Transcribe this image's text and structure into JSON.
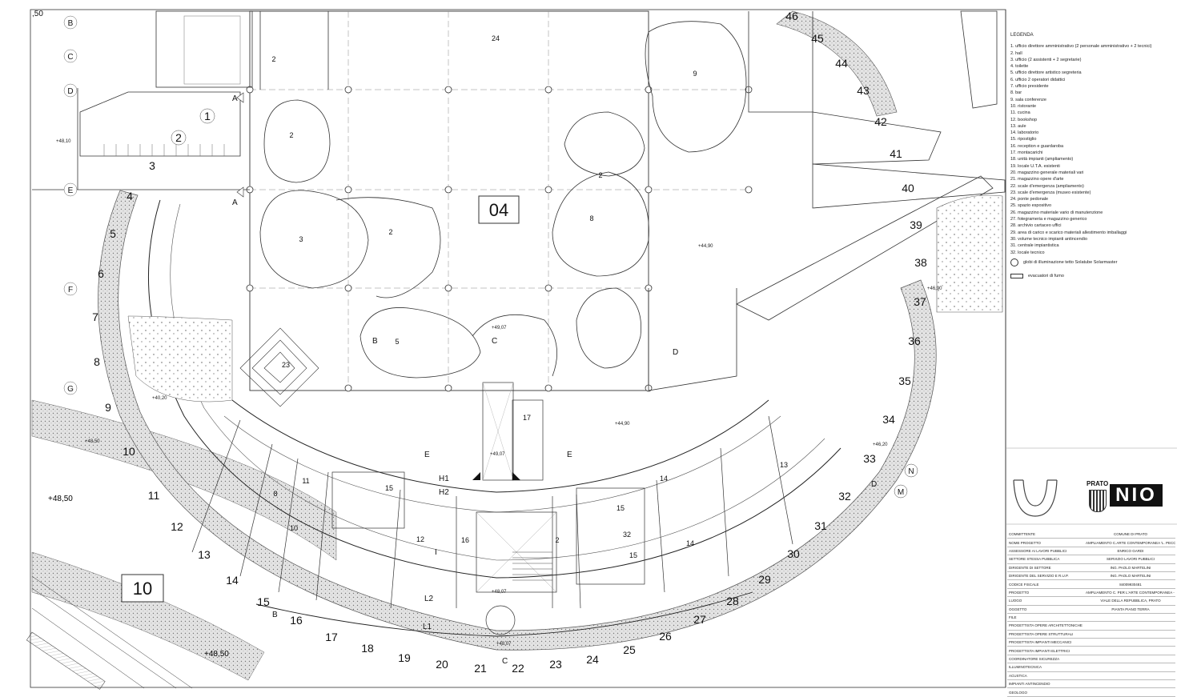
{
  "drawing": {
    "scale_label": ",50",
    "block_number": "04",
    "area_number": "10",
    "elevations": [
      "+48,10",
      "+48,50",
      "+48,50",
      "+44,90",
      "+44,90",
      "+46,90",
      "+46,20",
      "+49,07",
      "+49,07",
      "+48,07",
      "+40,20",
      "+48,50",
      "+48,07"
    ],
    "grid_rows": [
      "B",
      "C",
      "D",
      "E",
      "F",
      "G"
    ],
    "section_marks": [
      "A",
      "A",
      "B",
      "B",
      "C",
      "C",
      "D",
      "D",
      "E",
      "E",
      "H1",
      "H2",
      "L1",
      "L2",
      "I",
      "M",
      "N"
    ],
    "ring_numbers": [
      "3",
      "4",
      "5",
      "6",
      "7",
      "8",
      "9",
      "10",
      "11",
      "12",
      "13",
      "14",
      "15",
      "16",
      "17",
      "18",
      "19",
      "20",
      "21",
      "22",
      "23",
      "24",
      "25",
      "26",
      "27",
      "28",
      "29",
      "30",
      "31",
      "32",
      "33",
      "34",
      "35",
      "36",
      "37",
      "38",
      "39",
      "40",
      "41",
      "42",
      "43",
      "44",
      "45",
      "46"
    ],
    "rooms": {
      "r1": "1",
      "r2a": "2",
      "r2b": "2",
      "r2c": "2",
      "r2d": "2",
      "r2e": "2",
      "r2f": "2",
      "r3": "3",
      "r5": "5",
      "r8": "8",
      "r8b": "8",
      "r9": "9",
      "r10": "10",
      "r11": "11",
      "r12": "12",
      "r13": "13",
      "r14a": "14",
      "r14b": "14",
      "r15a": "15",
      "r15b": "15",
      "r15c": "15",
      "r16": "16",
      "r17": "17",
      "r23": "23",
      "r24": "24",
      "r32": "32"
    }
  },
  "legend": {
    "title": "LEGENDA",
    "items": [
      "1. ufficio direttore amministrativo (2 personale amministrativo + 2 tecnici)",
      "2. hall",
      "3. ufficio (2 assistenti + 2 segretarie)",
      "4. toilette",
      "5. ufficio direttore artistico segreteria",
      "6. ufficio 2 operatori didattici",
      "7. ufficio presidente",
      "8. bar",
      "9. sala conferenze",
      "10. ristorante",
      "11. cucina",
      "12. bookshop",
      "13. aule",
      "14. laboratorio",
      "15. ripostiglio",
      "16. reception e guardaroba",
      "17. montacarichi",
      "18. unità impianti (ampliamento)",
      "19. locale U.T.A. esistenti",
      "20. magazzino generale materiali vari",
      "21. magazzino opere d'arte",
      "22. scale d'emergenza (ampliamento)",
      "23. scale d'emergenza (museo esistente)",
      "24. ponte pedonale",
      "25. spazio espositivo",
      "26. magazzino materiale vario di manutenzione",
      "27. fotegrameria e magazzino generico",
      "28. archivio cartaceo uffici",
      "29. area di carico e scarico materiali allestimento imballaggi",
      "30. volume tecnico impianti antincendio",
      "31. centrale impiantistica",
      "32. locale tecnico"
    ],
    "symbol_light": "globi di illuminazione tetto Solatube Solarmaster",
    "symbol_smoke": "evacuatori di fumo"
  },
  "logos": {
    "prato_text": "PRATO",
    "nio_text": "NIO"
  },
  "titleblock": {
    "rows": [
      {
        "k": "COMMITTENTE",
        "v": "COMUNE DI PRATO"
      },
      {
        "k": "NOME PROGETTO",
        "v": "AMPLIAMENTO C.ARTE CONTEMPORANEA 'L. PECCI'"
      },
      {
        "k": "ASSESSORE AI LAVORI PUBBLICI",
        "v": "ENRICO GARDI"
      },
      {
        "k": "SETTORE STESSA PUBBLICA",
        "v": "SERVIZIO LAVORI PUBBLICI"
      },
      {
        "k": "DIRIGENTE DI SETTORE",
        "v": "ING. PAOLO MARTELINI"
      },
      {
        "k": "DIRIGENTE DEL SERVIZIO E R.U.P.",
        "v": "ING. PAOLO MARTELINI"
      },
      {
        "k": "CODICE FISCALE",
        "v": "84009930481"
      },
      {
        "k": "PROGETTO",
        "v": "AMPLIAMENTO C. PER L'ARTE CONTEMPORANEA - L. PECCI"
      },
      {
        "k": "LUOGO",
        "v": "VIALE DELLA REPUBBLICA, PRATO"
      },
      {
        "k": "OGGETTO",
        "v": "PIANTA PIANO TERRA"
      },
      {
        "k": "FILE",
        "v": ""
      },
      {
        "k": "PROGETTISTA OPERE ARCHITETTONICHE",
        "v": ""
      },
      {
        "k": "PROGETTISTA OPERE STRUTTURALI",
        "v": ""
      },
      {
        "k": "PROGETTISTA IMPIANTI MECCANICI",
        "v": ""
      },
      {
        "k": "PROGETTISTA IMPIANTI ELETTRICI",
        "v": ""
      },
      {
        "k": "COORDINATORE SICUREZZA",
        "v": ""
      },
      {
        "k": "ILLUMINOTECNICA",
        "v": ""
      },
      {
        "k": "ACUSTICA",
        "v": ""
      },
      {
        "k": "IMPIANTI ANTINCENDIO",
        "v": ""
      },
      {
        "k": "GEOLOGO",
        "v": ""
      }
    ]
  },
  "colors": {
    "line": "#222222",
    "hatch": "#cfcfcf",
    "bg": "#ffffff"
  }
}
